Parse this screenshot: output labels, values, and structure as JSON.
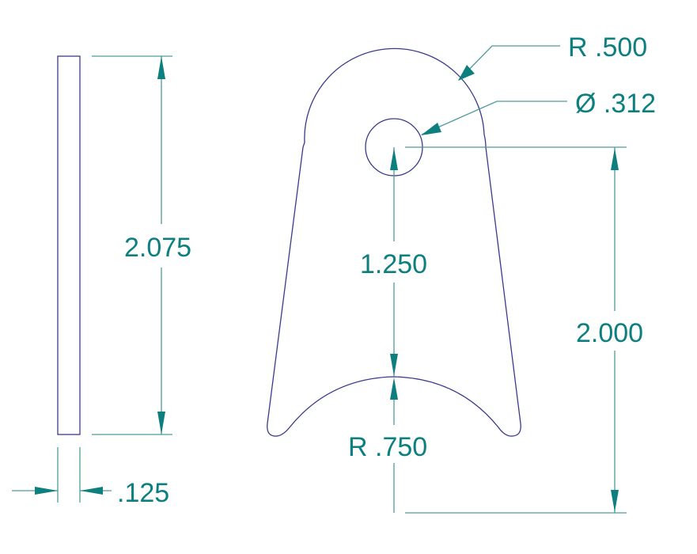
{
  "drawing": {
    "title": "Tube tab part drawing",
    "colors": {
      "part_outline": "#3a3a8c",
      "dimension": "#0d7f7f",
      "dimension_line": "#4f9a9a",
      "background": "#ffffff"
    },
    "side_view": {
      "height_label": "2.075",
      "thickness_label": ".125"
    },
    "front_view": {
      "top_radius_label": "R .500",
      "hole_diameter_label": "Ø .312",
      "hole_to_saddle_label": "1.250",
      "overall_height_label": "2.000",
      "saddle_radius_label": "R .750"
    }
  }
}
